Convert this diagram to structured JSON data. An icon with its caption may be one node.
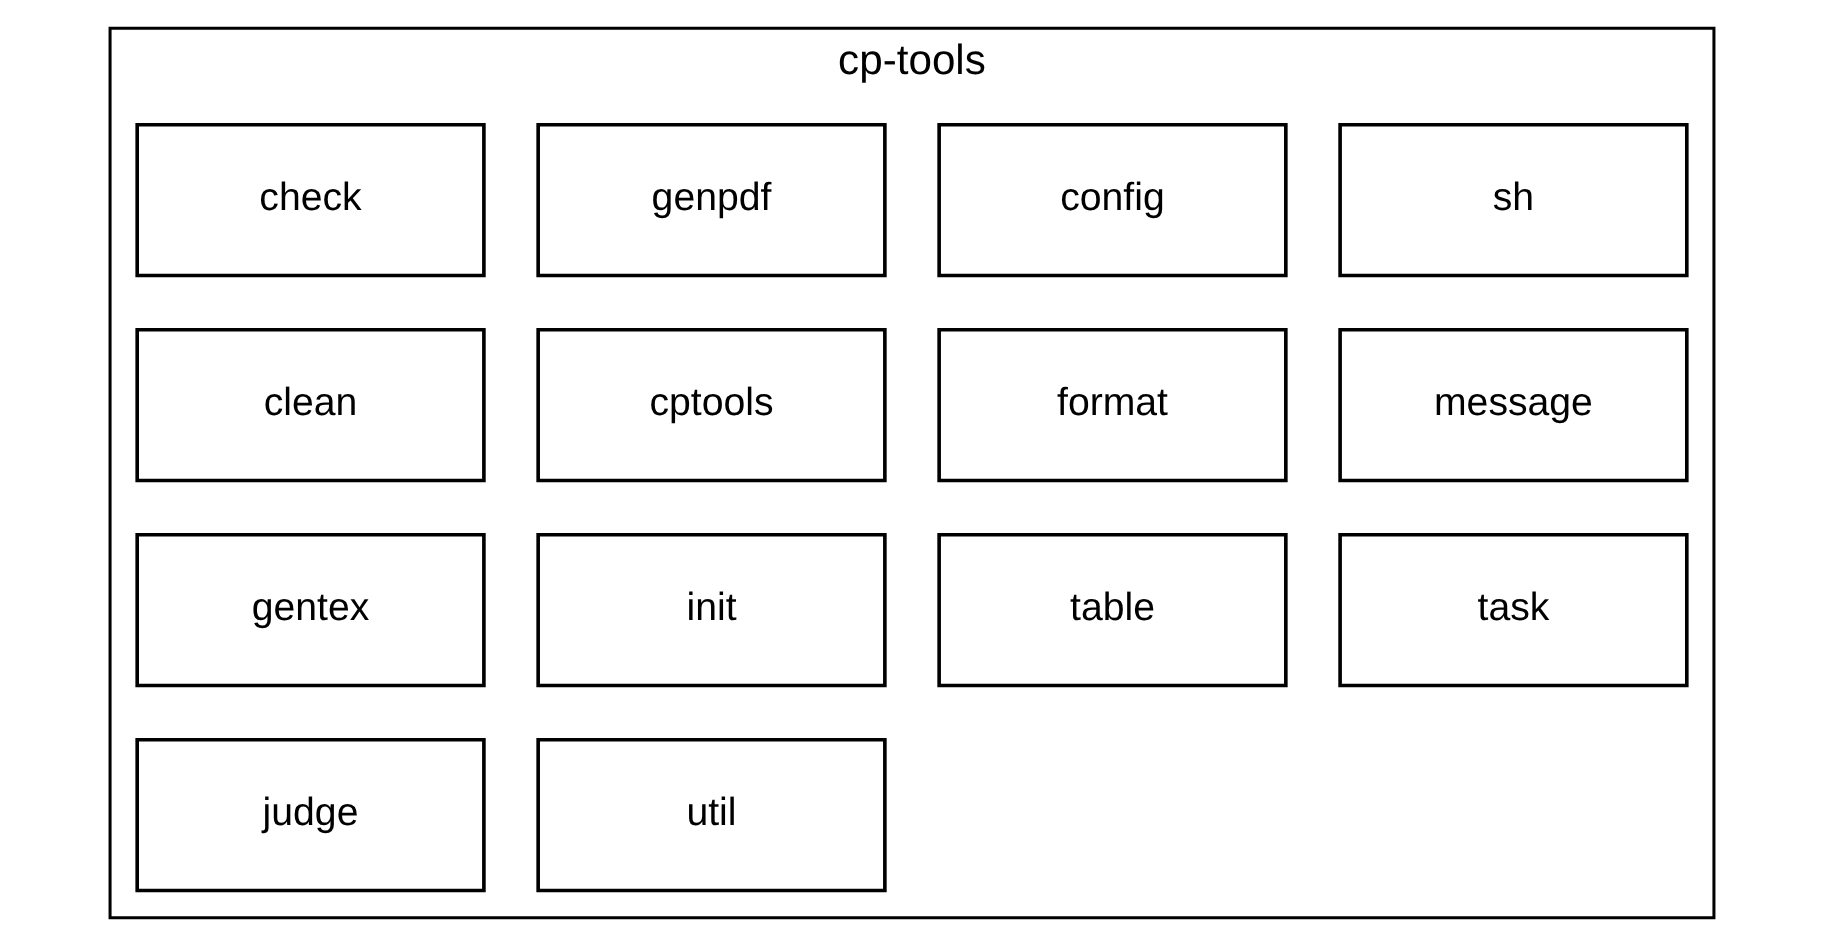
{
  "diagram": {
    "nodes": [
      {
        "text": [
          "cp-tools"
        ]
      },
      {
        "text": [
          "check"
        ],
        "in": 0
      },
      {
        "text": [
          "genpdf"
        ],
        "in": 0
      },
      {
        "text": [
          "config"
        ],
        "in": 0
      },
      {
        "text": [
          "sh"
        ],
        "in": 0
      },
      {
        "text": [
          "clean"
        ],
        "in": 0
      },
      {
        "text": [
          "cptools"
        ],
        "in": 0
      },
      {
        "text": [
          "format"
        ],
        "in": 0
      },
      {
        "text": [
          "message"
        ],
        "in": 0
      },
      {
        "text": [
          "gentex"
        ],
        "in": 0
      },
      {
        "text": [
          "init"
        ],
        "in": 0
      },
      {
        "text": [
          "table"
        ],
        "in": 0
      },
      {
        "text": [
          "task"
        ],
        "in": 0
      },
      {
        "text": [
          "judge"
        ],
        "in": 0
      },
      {
        "text": [
          "util"
        ],
        "in": 0
      }
    ],
    "edges": []
  }
}
